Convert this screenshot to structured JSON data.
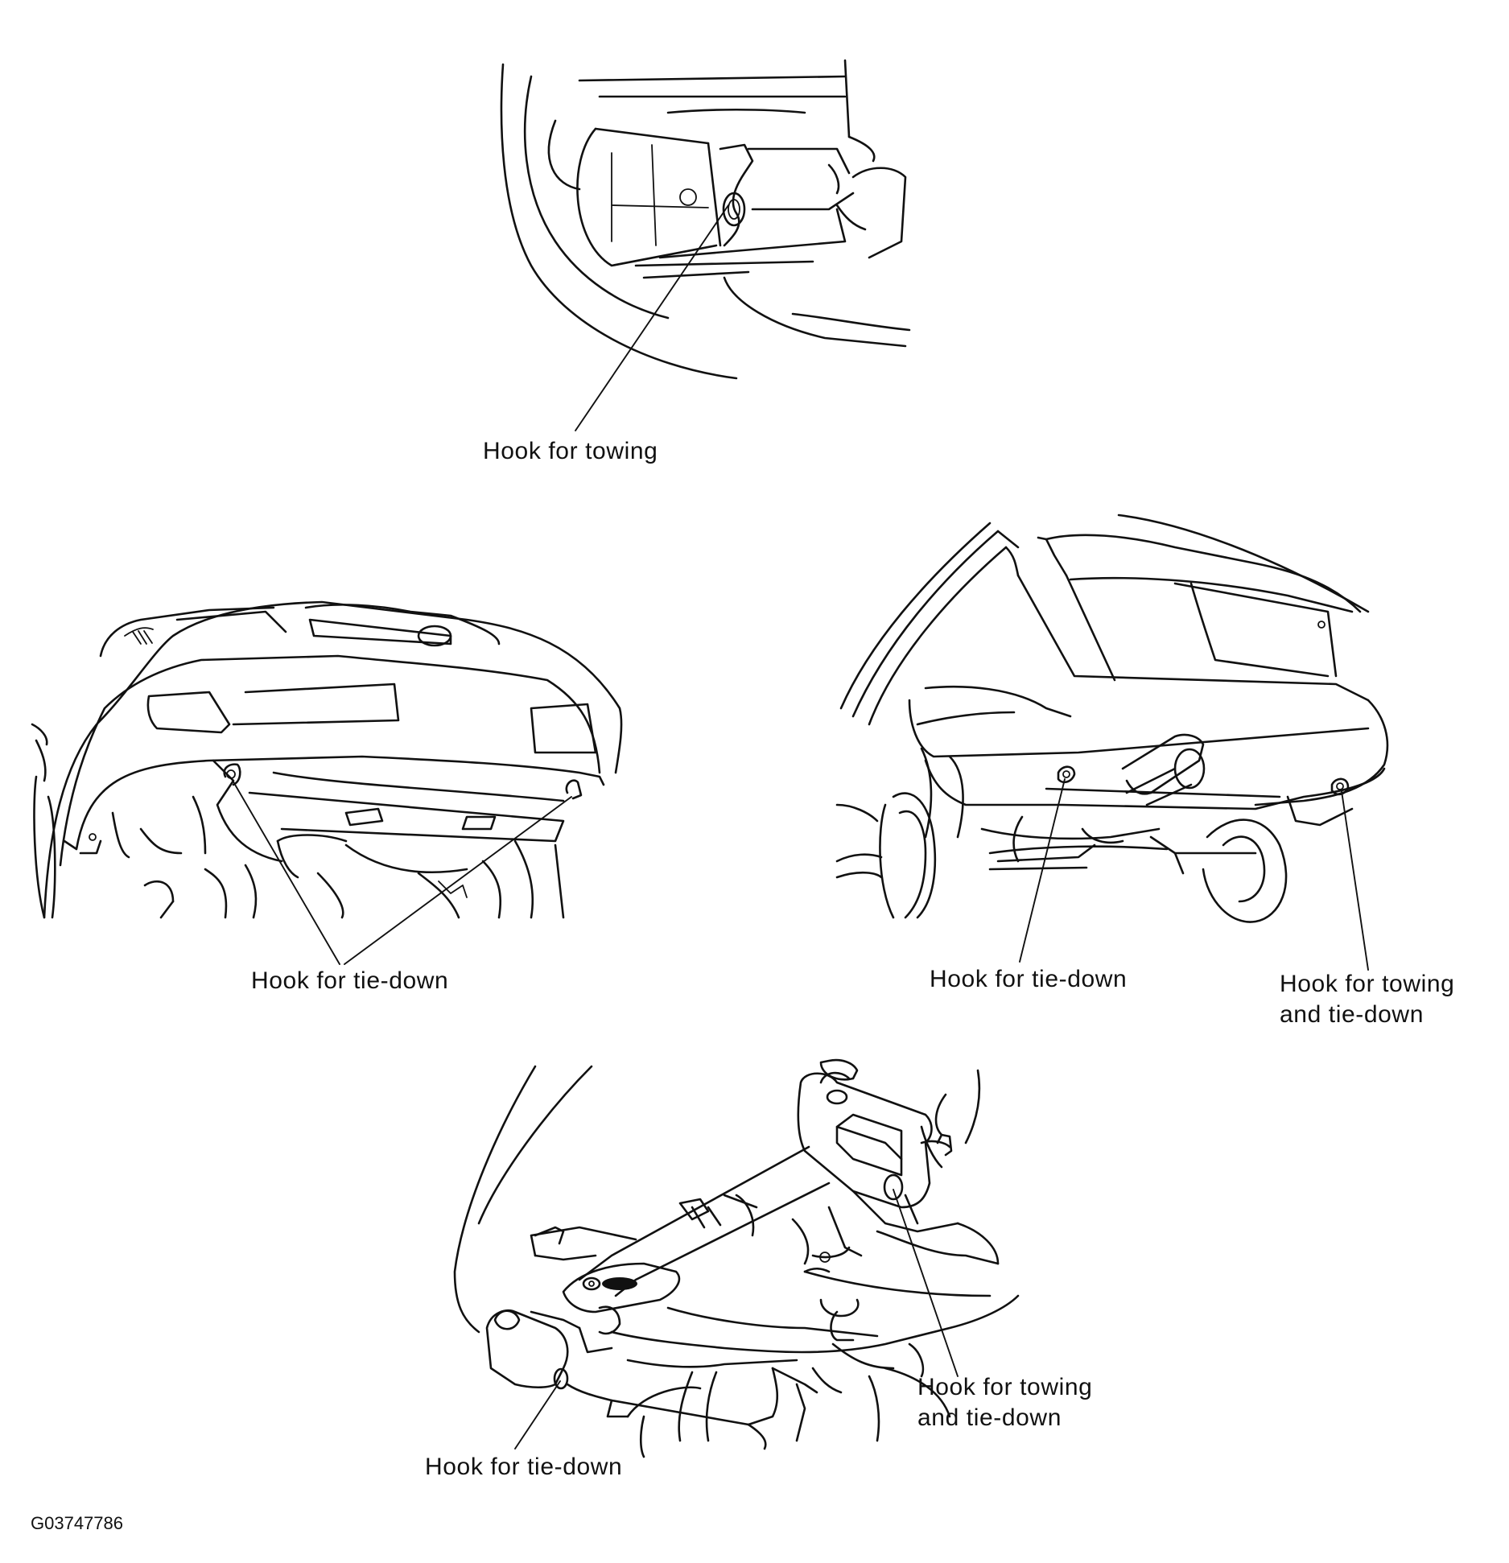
{
  "labels": {
    "top_towing": "Hook for towing",
    "front_tiedown": "Hook for tie-down",
    "rear_tiedown": "Hook for tie-down",
    "rear_towing_line1": "Hook for towing",
    "rear_towing_line2": "and tie-down",
    "under_towing_line1": "Hook for towing",
    "under_towing_line2": "and tie-down",
    "under_tiedown": "Hook for tie-down"
  },
  "figure_code": "G03747786",
  "colors": {
    "ink": "#111111",
    "background": "#ffffff"
  }
}
